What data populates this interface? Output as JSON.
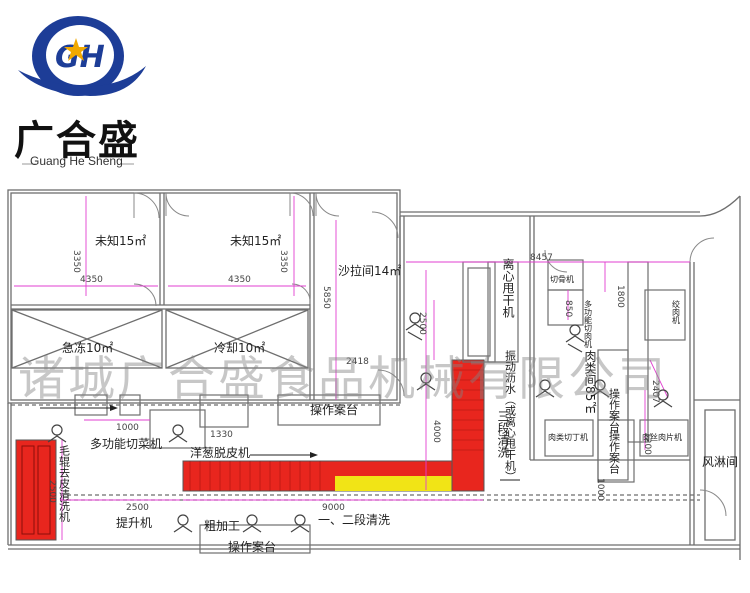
{
  "logo": {
    "name_cn": "广合盛",
    "name_en": "Guang He Sheng",
    "emblem_letters": "GH"
  },
  "watermark": "诸城广合盛食品机械有限公司",
  "rooms": {
    "r1": "未知15㎡",
    "r2": "未知15㎡",
    "r3": "沙拉间14㎡",
    "r4": "急冻10㎡",
    "r5": "冷却10㎡",
    "r6": "风淋间",
    "r7": "三段清洗",
    "r8": "离心甩干机",
    "r9": "肉类间85㎡"
  },
  "equipment": {
    "cutter": "多功能切菜机",
    "peeler": "洋葱脱皮机",
    "washer": "毛辊去皮清洗机",
    "lift": "提升机",
    "rough": "粗加工",
    "stage12": "一、二段清洗",
    "dewater": "振动沥水（或离心甩干机）",
    "table1": "操作案台",
    "table2": "操作案台",
    "table3": "操作案台",
    "table4": "操作案台",
    "meat1": "肉类切丁机",
    "meat2": "多功能切肉机",
    "meat3": "肉丝肉片机",
    "meat4": "绞肉机",
    "meat5": "切骨机"
  },
  "dims": {
    "d1": "3350",
    "d2": "3350",
    "d3": "4350",
    "d4": "4350",
    "d5": "5850",
    "d6": "2418",
    "d7": "1000",
    "d8": "1330",
    "d9": "2500",
    "d10": "9000",
    "d11": "2500",
    "d12": "4000",
    "d13": "8457",
    "d14": "2500",
    "d15": "850",
    "d16": "1800",
    "d17": "1200",
    "d18": "1000",
    "d19": "2407"
  },
  "colors": {
    "line": "#6e6e6e",
    "dim": "#e23fd0",
    "conveyor": "#e8261e",
    "yellow": "#f1e416",
    "logo_blue": "#1d3d97",
    "logo_gold": "#f2a900"
  }
}
